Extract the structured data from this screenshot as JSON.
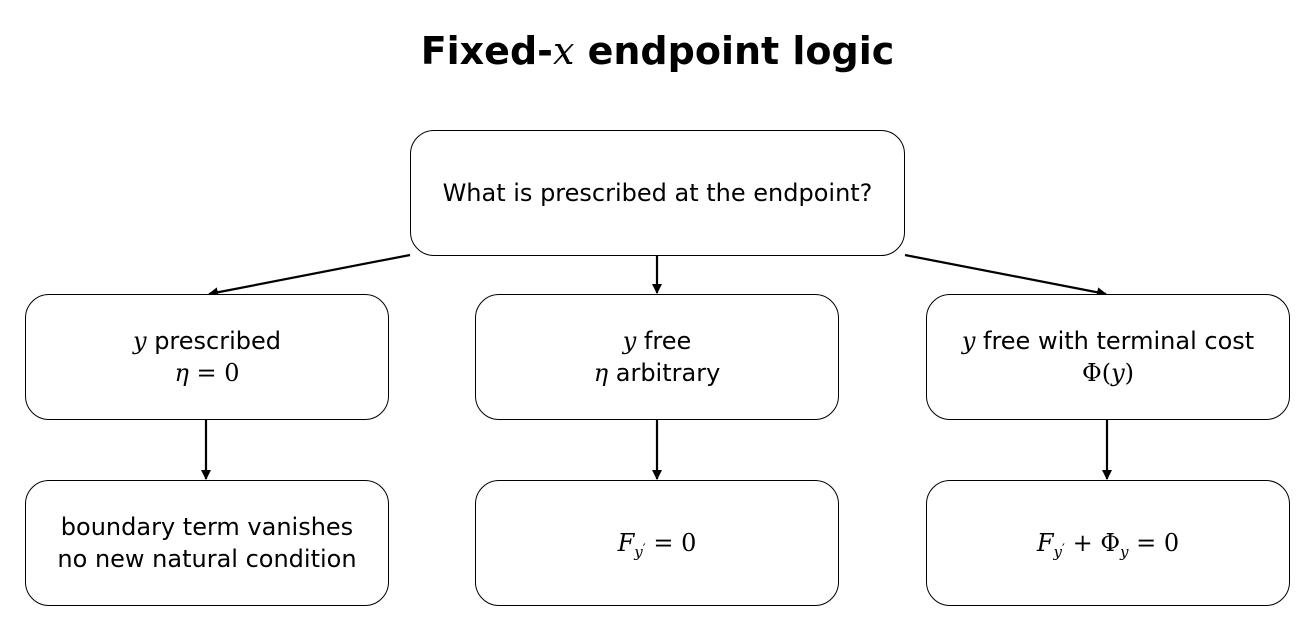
{
  "title": {
    "prefix": "Fixed-",
    "variable": "x",
    "suffix": " endpoint logic"
  },
  "nodes": {
    "root": {
      "label": "What is prescribed at the endpoint?"
    },
    "left_mid": {
      "var": "y",
      "label": " prescribed",
      "eta": "η",
      "eq": " = 0"
    },
    "center_mid": {
      "var": "y",
      "label": " free",
      "eta": "η",
      "desc": " arbitrary"
    },
    "right_mid": {
      "var": "y",
      "label": " free with terminal cost",
      "phi": "Φ",
      "arg_open": "(",
      "arg": "y",
      "arg_close": ")"
    },
    "left_bottom": {
      "line1": "boundary term vanishes",
      "line2": "no new natural condition"
    },
    "center_bottom": {
      "F": "F",
      "sub_y": "y",
      "prime": "′",
      "eq": " = 0"
    },
    "right_bottom": {
      "F": "F",
      "sub_y": "y",
      "prime": "′",
      "plus": " + ",
      "phi": "Φ",
      "phi_sub": "y",
      "eq": " = 0"
    }
  }
}
